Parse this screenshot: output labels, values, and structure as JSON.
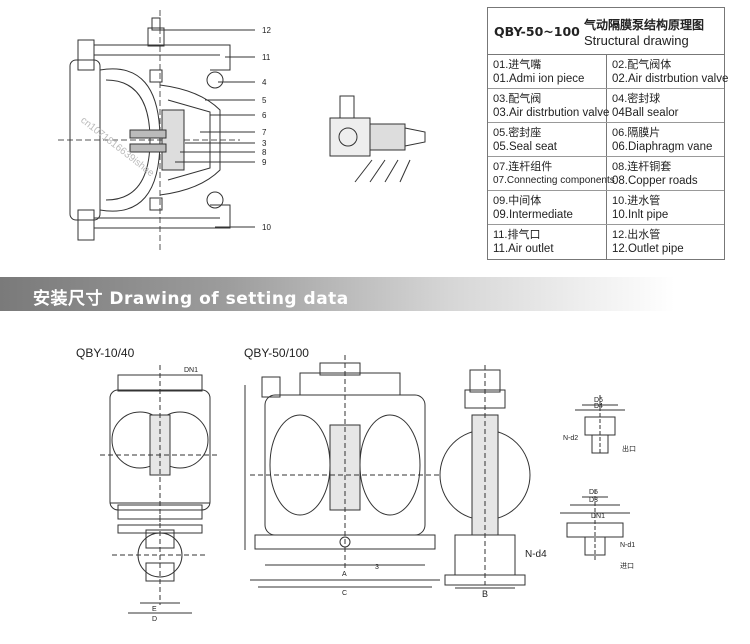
{
  "table": {
    "model": "QBY-50~100",
    "title_cn": "气动隔膜泵结构原理图",
    "title_en": "Structural drawing",
    "rows": [
      {
        "l_cn": "01.进气嘴",
        "l_en": "01.Admi ion piece",
        "r_cn": "02.配气阀体",
        "r_en": "02.Air distrbution valve"
      },
      {
        "l_cn": "03.配气阀",
        "l_en": "03.Air distrbution valve",
        "r_cn": "04.密封球",
        "r_en": "04Ball sealor"
      },
      {
        "l_cn": "05.密封座",
        "l_en": "05.Seal seat",
        "r_cn": "06.隔膜片",
        "r_en": "06.Diaphragm vane"
      },
      {
        "l_cn": "07.连杆组件",
        "l_en": "07.Connecting components",
        "r_cn": "08.连杆铜套",
        "r_en": "08.Copper roads"
      },
      {
        "l_cn": "09.中间体",
        "l_en": "09.Intermediate",
        "r_cn": "10.进水管",
        "r_en": "10.Inlt pipe"
      },
      {
        "l_cn": "11.排气口",
        "l_en": "11.Air outlet",
        "r_cn": "12.出水管",
        "r_en": "12.Outlet pipe"
      }
    ]
  },
  "banner": {
    "text": "安装尺寸 Drawing of setting data"
  },
  "labels": {
    "small_pump": "QBY-10/40",
    "large_pump": "QBY-50/100",
    "callouts": [
      "12",
      "11",
      "4",
      "5",
      "6",
      "7",
      "3",
      "8",
      "9",
      "10"
    ],
    "dn1": "DN1",
    "outlet_cn": "出口",
    "inlet_cn": "进口",
    "d6": "D6",
    "d4": "D4",
    "n_d2": "N-d2",
    "d5": "D5",
    "d3": "D3",
    "n_d1": "N-d1",
    "n_d4": "N-d4",
    "dim_a": "A",
    "dim_b": "B",
    "dim_c": "C",
    "dim_d": "D",
    "dim_e": "E",
    "dim_3": "3"
  },
  "watermark": "cn1071816639ishae"
}
